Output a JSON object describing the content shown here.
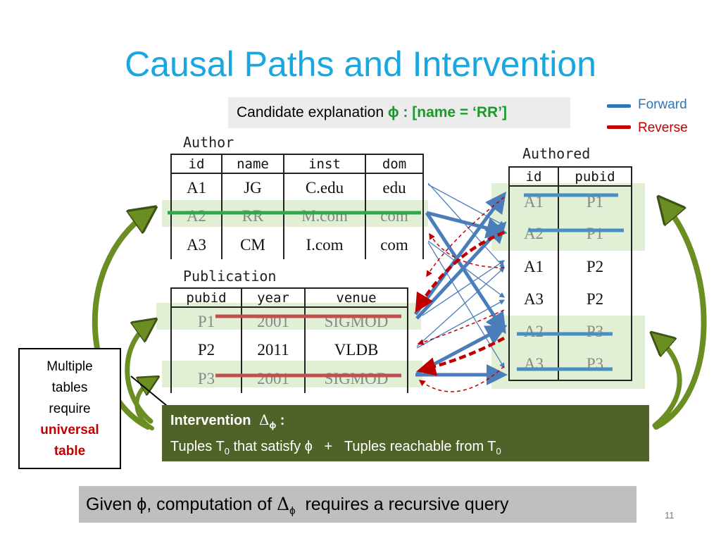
{
  "slide": {
    "title": "Causal Paths and Intervention",
    "candidate": {
      "prefix": "Candidate explanation ",
      "formula": "ϕ : [name = ‘RR’]"
    },
    "legend": {
      "forward": "Forward",
      "reverse": "Reverse",
      "forward_color": "#2e75b6",
      "reverse_color": "#c00000"
    },
    "author": {
      "name": "Author",
      "columns": [
        "id",
        "name",
        "inst",
        "dom"
      ],
      "rows": [
        [
          "A1",
          "JG",
          "C.edu",
          "edu"
        ],
        [
          "A2",
          "RR",
          "M.com",
          "com"
        ],
        [
          "A3",
          "CM",
          "I.com",
          "com"
        ]
      ]
    },
    "publication": {
      "name": "Publication",
      "columns": [
        "pubid",
        "year",
        "venue"
      ],
      "rows": [
        [
          "P1",
          "2001",
          "SIGMOD"
        ],
        [
          "P2",
          "2011",
          "VLDB"
        ],
        [
          "P3",
          "2001",
          "SIGMOD"
        ]
      ]
    },
    "authored": {
      "name": "Authored",
      "columns": [
        "id",
        "pubid"
      ],
      "rows": [
        [
          "A1",
          "P1"
        ],
        [
          "A2",
          "P1"
        ],
        [
          "A1",
          "P2"
        ],
        [
          "A3",
          "P2"
        ],
        [
          "A2",
          "P3"
        ],
        [
          "A3",
          "P3"
        ]
      ]
    },
    "note": {
      "line1": "Multiple",
      "line2": "tables",
      "line3": "require",
      "line4": "universal",
      "line5": "table"
    },
    "intervention": {
      "title": "Intervention",
      "delta": "Δ",
      "phi": "ϕ",
      "colon": " :",
      "text_a": "Tuples T",
      "sub0": "0",
      "text_b": " that satisfy ϕ   +   Tuples reachable from T",
      "sub1": "0"
    },
    "summary": {
      "prefix": "Given ϕ, computation of ",
      "delta": "Δ",
      "phi": "ϕ",
      "suffix": "  requires a recursive query"
    },
    "page_number": "11",
    "colors": {
      "title": "#1aa7e0",
      "highlight": "#e1efd5",
      "strike_green": "#2da84a",
      "strike_red": "#c0504d",
      "authored_strike": "#4a8fc4",
      "intervention_bg": "#4f6228",
      "arrow_green": "#6b8e23"
    }
  }
}
